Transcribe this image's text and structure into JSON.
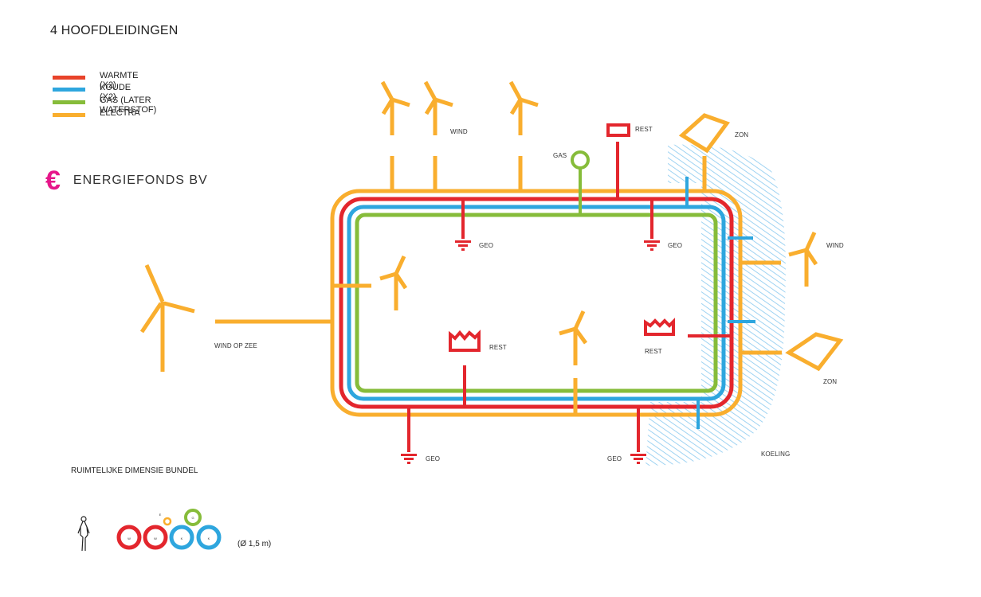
{
  "title": "4  HOOFDLEIDINGEN",
  "legend": [
    {
      "label": "WARMTE (X2)",
      "color": "#e8432a"
    },
    {
      "label": "KOUDE (X2)",
      "color": "#2ea6de"
    },
    {
      "label": "GAS (LATER WATERSTOF)",
      "color": "#86bc3a"
    },
    {
      "label": "ELECTRA",
      "color": "#f9ae2e"
    }
  ],
  "brand": {
    "symbol": "€",
    "name": "ENERGIEFONDS BV",
    "color": "#e6168a"
  },
  "colors": {
    "warmte": "#e3262d",
    "koude": "#2ea6de",
    "gas": "#86bc3a",
    "electra": "#f9ae2e",
    "koeling_hatch": "#9fd3f2"
  },
  "labels": {
    "wind_top": "WIND",
    "gas": "GAS",
    "rest_top": "REST",
    "zon_top": "ZON",
    "geo_inner_left": "GEO",
    "geo_inner_right": "GEO",
    "wind_right": "WIND",
    "wind_op_zee": "WIND OP ZEE",
    "rest_center": "REST",
    "rest_right": "REST",
    "zon_right": "ZON",
    "geo_bottom_left": "GEO",
    "geo_bottom_right": "GEO",
    "koeling": "KOELING"
  },
  "bundle": {
    "title": "RUIMTELIJKE DIMENSIE BUNDEL",
    "pipes": [
      {
        "letter": "W",
        "type": "warmte"
      },
      {
        "letter": "W",
        "type": "warmte"
      },
      {
        "letter": "K",
        "type": "koude"
      },
      {
        "letter": "K",
        "type": "koude"
      },
      {
        "letter": "G",
        "type": "gas"
      },
      {
        "letter": "E",
        "type": "electra"
      }
    ],
    "diameter": "(Ø 1,5 m)"
  }
}
